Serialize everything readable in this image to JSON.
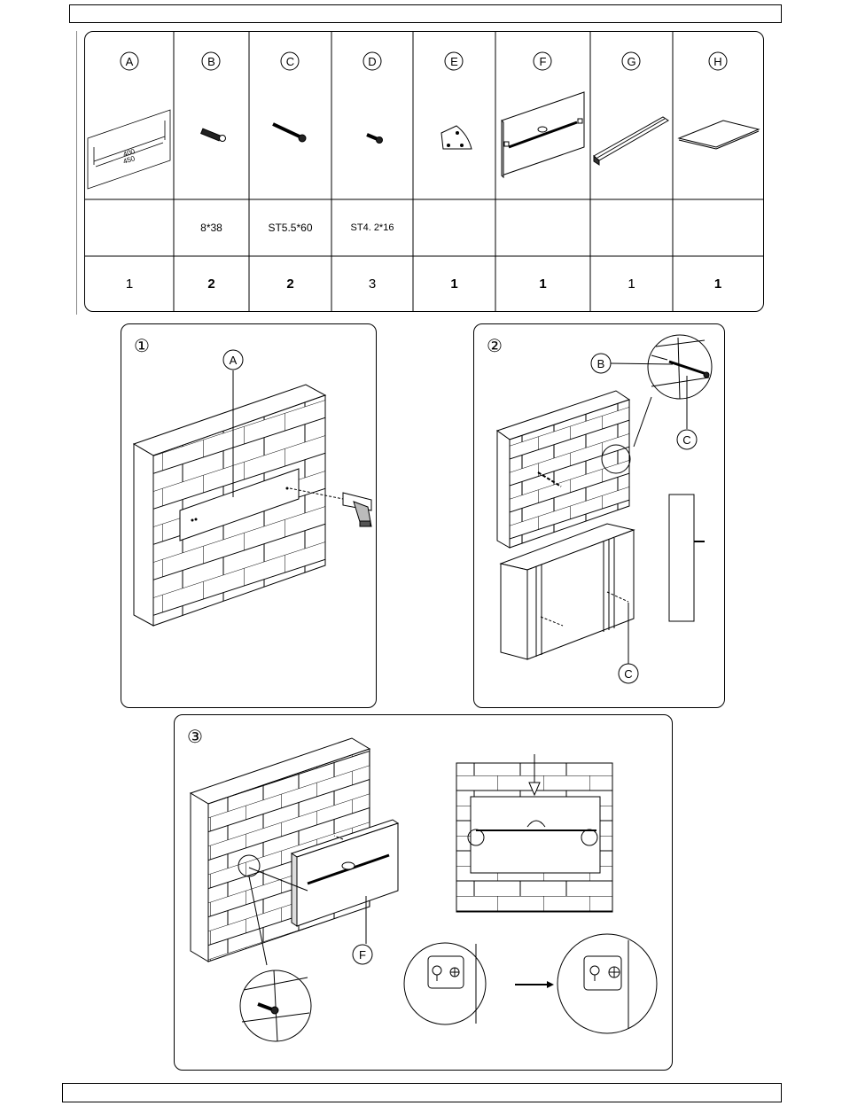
{
  "parts_table": {
    "letters": [
      "A",
      "B",
      "C",
      "D",
      "E",
      "F",
      "G",
      "H"
    ],
    "specs": [
      "",
      "8*38",
      "ST5.5*60",
      "ST4. 2*16",
      "",
      "",
      "",
      ""
    ],
    "quantities": [
      "1",
      "2",
      "2",
      "3",
      "1",
      "1",
      "1",
      "1"
    ],
    "template_dims": [
      "400",
      "450"
    ]
  },
  "steps": {
    "step1": {
      "number": "①",
      "labels": [
        "A"
      ]
    },
    "step2": {
      "number": "②",
      "labels": [
        "B",
        "C",
        "C"
      ]
    },
    "step3": {
      "number": "③",
      "labels": [
        "F"
      ]
    }
  }
}
